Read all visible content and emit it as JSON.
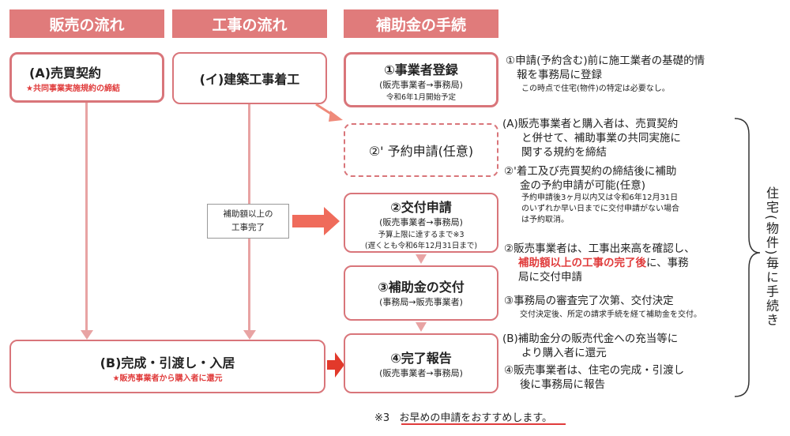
{
  "headers": {
    "sales": "販売の流れ",
    "construction": "工事の流れ",
    "subsidy": "補助金の手続"
  },
  "sales_flow": {
    "a_title": "(A)売買契約",
    "a_note": "★共同事業実施規約の締結",
    "b_title": "(B)完成・引渡し・入居",
    "b_note": "★販売事業者から購入者に還元"
  },
  "construction_flow": {
    "start": "(イ)建築工事着工",
    "done_label_1": "補助額以上の",
    "done_label_2": "工事完了"
  },
  "subsidy_flow": {
    "step1_title": "①事業者登録",
    "step1_sub": "(販売事業者→事務局)",
    "step1_note": "令和6年1月開始予定",
    "step2p_title": "②' 予約申請(任意)",
    "step2_title": "②交付申請",
    "step2_sub": "(販売事業者→事務局)",
    "step2_note1": "予算上限に達するまで※3",
    "step2_note2": "(遅くとも令和6年12月31日まで)",
    "step3_title": "③補助金の交付",
    "step3_sub": "(事務局→販売事業者)",
    "step4_title": "④完了報告",
    "step4_sub": "(販売事業者→事務局)"
  },
  "notes": {
    "n1_l1": "①申請(予約含む)前に施工業者の基礎的情",
    "n1_l2": "報を事務局に登録",
    "n1_small": "この時点で住宅(物件)の特定は必要なし。",
    "nA_l1": "(A)販売事業者と購入者は、売買契約",
    "nA_l2": "と併せて、補助事業の共同実施に",
    "nA_l3": "関する規約を締結",
    "n2p_l1": "②'着工及び売買契約の締結後に補助",
    "n2p_l2": "金の予約申請が可能(任意)",
    "n2p_s1": "予約申請後3ヶ月以内又は令和6年12月31日",
    "n2p_s2": "のいずれか早い日までに交付申請がない場合",
    "n2p_s3": "は予約取消。",
    "n2_l1": "②販売事業者は、工事出来高を確認し、",
    "n2_red": "補助額以上の工事の完了後",
    "n2_l2b": "に、事務",
    "n2_l3": "局に交付申請",
    "n3_l1": "③事務局の審査完了次第、交付決定",
    "n3_small": "交付決定後、所定の請求手続を経て補助金を交付。",
    "nB_l1": "(B)補助金分の販売代金への充当等に",
    "nB_l2": "より購入者に還元",
    "n4_l1": "④販売事業者は、住宅の完成・引渡し",
    "n4_l2": "後に事務局に報告",
    "vertical": "住宅(物件)毎に手続き"
  },
  "footer": {
    "mark": "※3",
    "text": "お早めの申請をおすすめします。"
  },
  "colors": {
    "header_bg": "#e07b7b",
    "box_border": "#d9757a",
    "line": "#e8a3a3",
    "arrow": "#ef6b5b",
    "red_text": "#e03c3c"
  }
}
